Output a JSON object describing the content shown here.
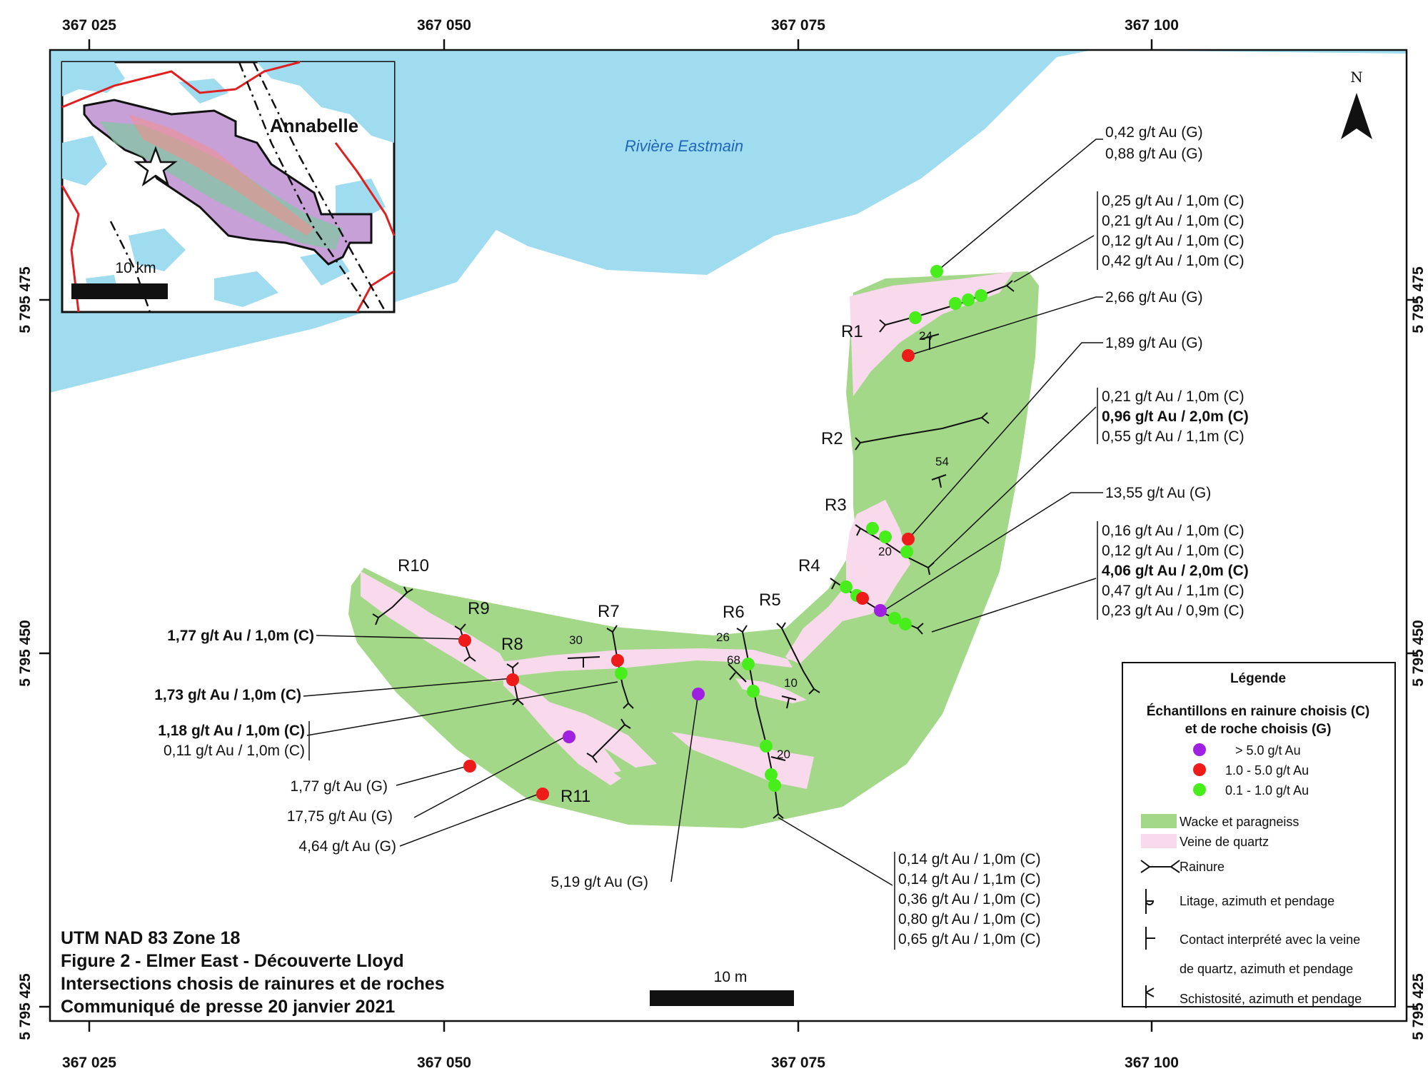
{
  "axes": {
    "top": [
      "367 025",
      "367 050",
      "367 075",
      "367 100"
    ],
    "bottom": [
      "367 025",
      "367 050",
      "367 075",
      "367 100"
    ],
    "left": [
      "5 795 475",
      "5 795 450",
      "5 795 425"
    ],
    "right": [
      "5 795 475",
      "5 795 450",
      "5 795 425"
    ]
  },
  "river_label": "Rivière Eastmain",
  "north": "N",
  "inset": {
    "label": "Annabelle",
    "scale": "10 km"
  },
  "trenches": [
    "R1",
    "R2",
    "R3",
    "R4",
    "R5",
    "R6",
    "R7",
    "R8",
    "R9",
    "R10",
    "R11"
  ],
  "dips": [
    "24",
    "54",
    "20",
    "30",
    "26",
    "68",
    "10",
    "20"
  ],
  "annotations": {
    "a1": [
      "0,42 g/t Au (G)",
      "0,88 g/t Au (G)"
    ],
    "a2": [
      "0,25 g/t Au / 1,0m (C)",
      "0,21 g/t Au / 1,0m (C)",
      "0,12 g/t Au / 1,0m (C)",
      "0,42 g/t Au / 1,0m (C)"
    ],
    "a3": "2,66 g/t Au (G)",
    "a4": "1,89 g/t Au (G)",
    "a5": [
      "0,21 g/t Au / 1,0m (C)",
      "0,96 g/t Au / 2,0m (C)",
      "0,55 g/t Au / 1,1m (C)"
    ],
    "a6": "13,55 g/t Au (G)",
    "a7": [
      "0,16 g/t Au / 1,0m (C)",
      "0,12 g/t Au / 1,0m (C)",
      "4,06 g/t Au / 2,0m (C)",
      "0,47 g/t Au / 1,1m (C)",
      "0,23 g/t Au / 0,9m (C)"
    ],
    "a8": "1,77 g/t Au / 1,0m (C)",
    "a9": "1,73 g/t Au / 1,0m (C)",
    "a10": [
      "1,18 g/t Au / 1,0m (C)",
      "0,11 g/t Au / 1,0m (C)"
    ],
    "a11": "1,77 g/t Au (G)",
    "a12": "17,75 g/t Au (G)",
    "a13": "4,64 g/t Au (G)",
    "a14": "5,19 g/t Au (G)",
    "a15": [
      "0,14 g/t Au / 1,0m (C)",
      "0,14 g/t Au / 1,1m (C)",
      "0,36 g/t Au / 1,0m (C)",
      "0,80 g/t Au / 1,0m (C)",
      "0,65 g/t Au / 1,0m (C)"
    ]
  },
  "caption": [
    "UTM NAD 83 Zone 18",
    "Figure 2 - Elmer East - Découverte Lloyd",
    "Intersections chosis de rainures et de roches",
    "Communiqué de presse 20 janvier 2021"
  ],
  "scale_label": "10 m",
  "legend": {
    "title": "Légende",
    "subtitle1": "Échantillons en rainure choisis (C)",
    "subtitle2": "et de roche choisis (G)",
    "s1": "> 5.0 g/t Au",
    "s2": "1.0 - 5.0 g/t Au",
    "s3": "0.1 - 1.0 g/t Au",
    "wacke": "Wacke et paragneiss",
    "veine": "Veine de quartz",
    "rainure": "Rainure",
    "litage": "Litage, azimuth et pendage",
    "contact1": "Contact interprété avec la veine",
    "contact2": "de quartz, azimuth et pendage",
    "schisto": "Schistosité, azimuth et pendage"
  },
  "colors": {
    "water": "#a0dcf0",
    "wacke": "#a3d888",
    "veine": "#f9d9ec",
    "purple": "#9f20e0",
    "red": "#ee1b1b",
    "green": "#47ee1c"
  }
}
